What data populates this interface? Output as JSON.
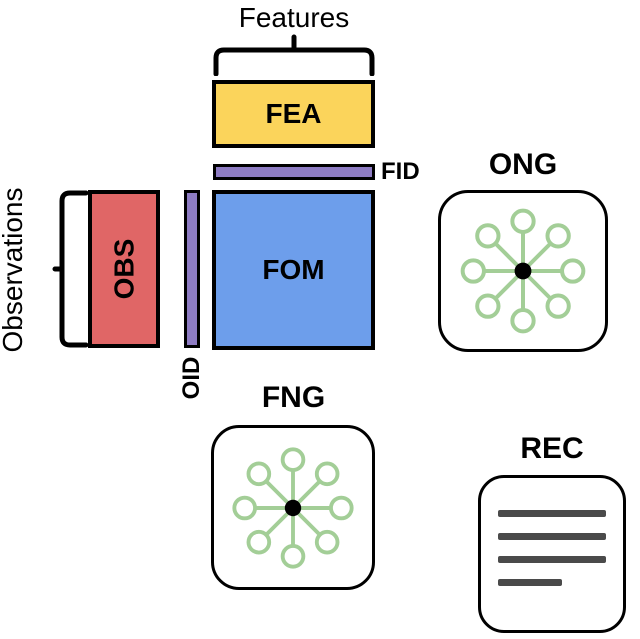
{
  "labels": {
    "features": "Features",
    "observations": "Observations",
    "fea": "FEA",
    "fid": "FID",
    "obs": "OBS",
    "oid": "OID",
    "fom": "FOM",
    "ong": "ONG",
    "fng": "FNG",
    "rec": "REC"
  },
  "colors": {
    "fea_fill": "#FBD45B",
    "obs_fill": "#E06666",
    "fom_fill": "#6D9EEB",
    "id_bar_fill": "#8E7CC3",
    "graph_green": "#A3CE97",
    "node_black": "#000000",
    "rec_line_gray": "#4A4A4A",
    "outline_black": "#000000"
  },
  "icons": {
    "ong": "star-graph-icon",
    "fng": "star-graph-icon",
    "rec": "document-lines-icon"
  }
}
